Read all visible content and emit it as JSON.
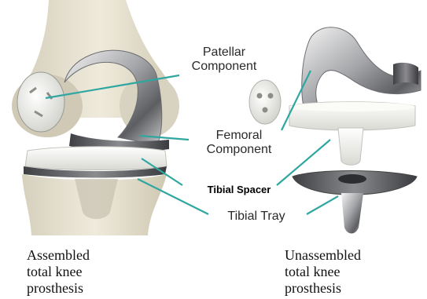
{
  "labels": {
    "patellar_line1": "Patellar",
    "patellar_line2": "Component",
    "femoral_line1": "Femoral",
    "femoral_line2": "Component",
    "tibial_spacer": "Tibial Spacer",
    "tibial_tray": "Tibial Tray"
  },
  "captions": {
    "assembled": [
      "Assembled",
      "total knee",
      "prosthesis"
    ],
    "unassembled": [
      "Unassembled",
      "total knee",
      "prosthesis"
    ]
  },
  "colors": {
    "leader_line": "#2fa7a0",
    "bone": "#e8e2cf",
    "metal": "#a9aaad",
    "spacer": "#f2f2ee"
  }
}
